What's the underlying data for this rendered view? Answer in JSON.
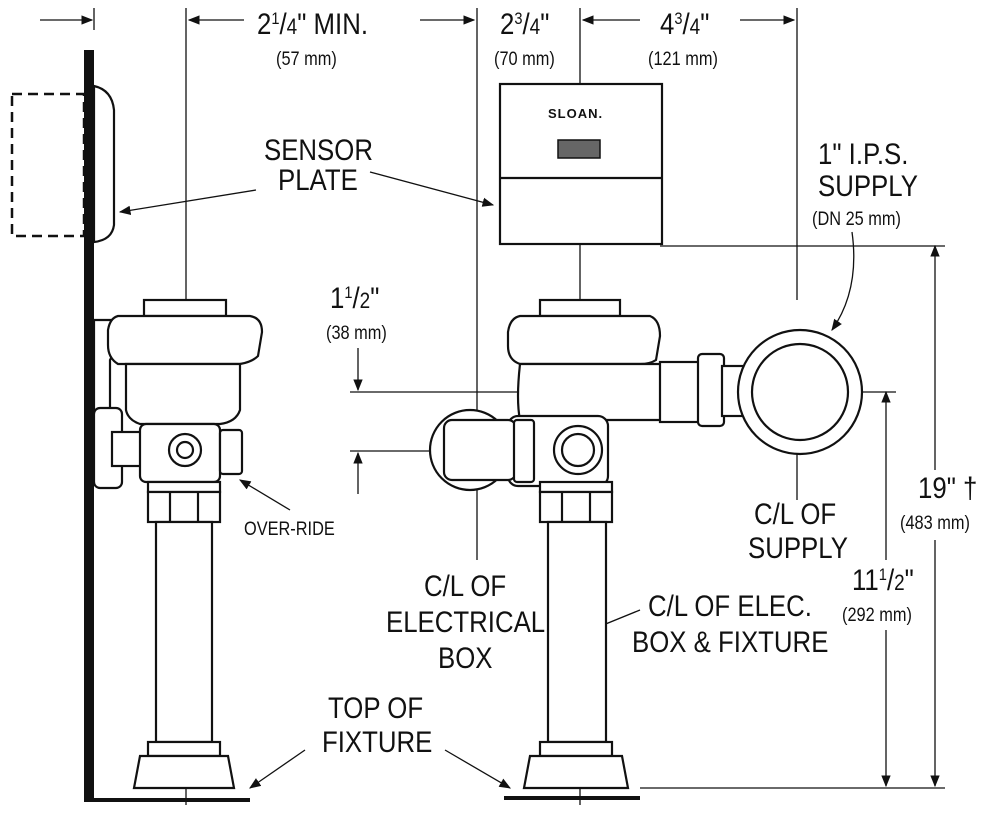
{
  "dimensions": {
    "min_offset": {
      "whole": "2",
      "num": "1",
      "den": "4",
      "suffix": "\" MIN.",
      "metric": "(57 mm)"
    },
    "plate_width": {
      "whole": "2",
      "num": "3",
      "den": "4",
      "suffix": "\"",
      "metric": "(70 mm)"
    },
    "supply_offset": {
      "whole": "4",
      "num": "3",
      "den": "4",
      "suffix": "\"",
      "metric": "(121 mm)"
    },
    "override_height": {
      "whole": "1",
      "num": "1",
      "den": "2",
      "suffix": "\"",
      "metric": "(38 mm)"
    },
    "total_height": {
      "text": "19\" †",
      "metric": "(483 mm)"
    },
    "supply_height": {
      "whole": "11",
      "num": "1",
      "den": "2",
      "suffix": "\"",
      "metric": "(292 mm)"
    }
  },
  "labels": {
    "sensor_plate": [
      "SENSOR",
      "PLATE"
    ],
    "ips_supply": [
      "1\" I.P.S.",
      "SUPPLY"
    ],
    "ips_metric": "(DN 25 mm)",
    "override": "OVER-RIDE",
    "cl_supply": [
      "C/L OF",
      "SUPPLY"
    ],
    "cl_electrical": [
      "C/L OF",
      "ELECTRICAL",
      "BOX"
    ],
    "cl_elec_fixture": [
      "C/L OF ELEC.",
      "BOX & FIXTURE"
    ],
    "top_fixture": [
      "TOP OF",
      "FIXTURE"
    ],
    "brand": "SLOAN."
  },
  "colors": {
    "line": "#111111",
    "sensor_window": "#666666",
    "background": "#ffffff"
  }
}
